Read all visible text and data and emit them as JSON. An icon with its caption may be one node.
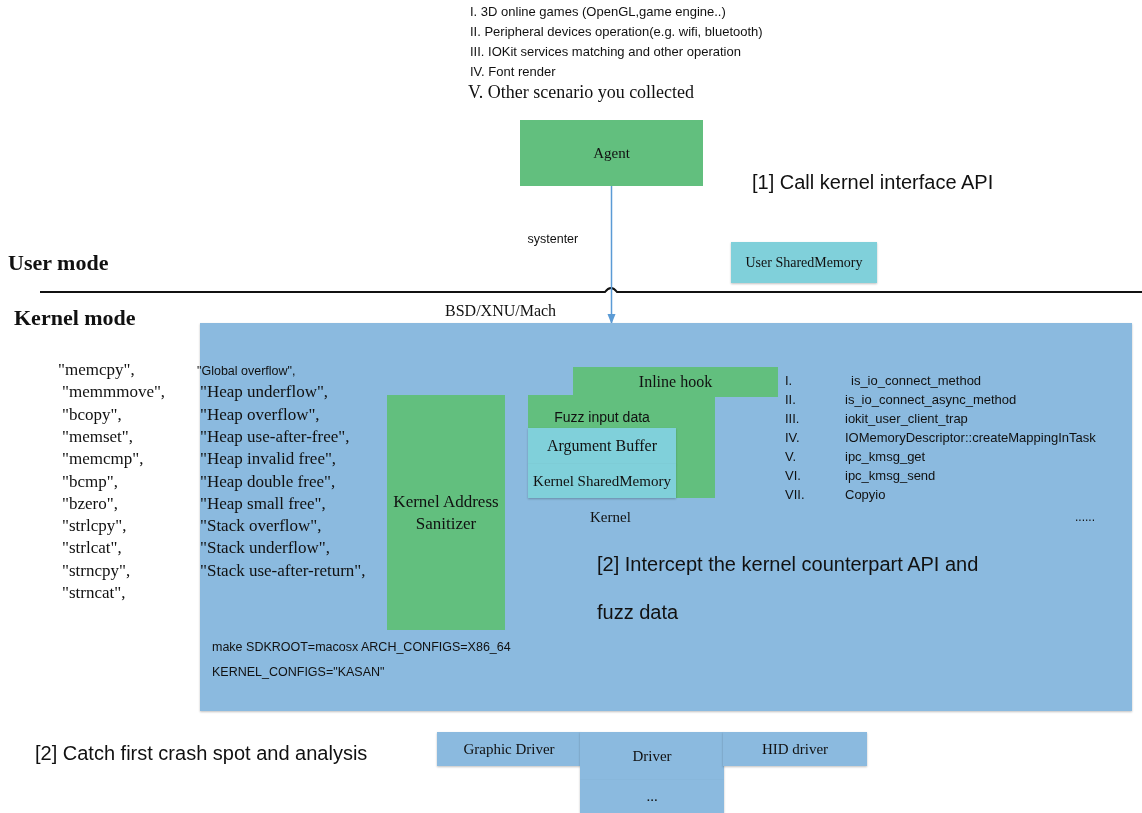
{
  "diagram": {
    "nodes": [
      {
        "text": [
          "Agent"
        ]
      },
      {
        "text": [
          "BSD/XNU/Mach"
        ]
      },
      {
        "text": [
          "User SharedMemory"
        ]
      },
      {
        "text": [
          "Kernel Address Sanitizer"
        ],
        "in": 1
      },
      {
        "text": [
          "Inline hook"
        ],
        "in": 1
      },
      {
        "text": [
          "Fuzz input data"
        ],
        "in": 1
      },
      {
        "text": [
          "Argument Buffer"
        ],
        "in": 5
      },
      {
        "text": [
          "Kernel SharedMemory"
        ],
        "in": 5
      },
      {
        "text": [
          "Graphic Driver"
        ]
      },
      {
        "text": [
          "Driver"
        ]
      },
      {
        "text": [
          "HID driver"
        ]
      },
      {
        "text": [
          "..."
        ]
      }
    ],
    "edges": [
      {
        "from": 0,
        "to": 1,
        "arrow": "to",
        "label": "systenter"
      }
    ],
    "labels": [
      "I. 3D online games (OpenGL,game engine..)",
      "II. Peripheral devices operation(e.g. wifi, bluetooth)",
      "III. IOKit services matching and other operation",
      "IV. Font render",
      "V. Other scenario you collected",
      "[1] Call kernel interface API",
      "User mode",
      "Kernel mode",
      "\"memcpy\",",
      "\"memmmove\",",
      "\"bcopy\",",
      "\"memset\",",
      "\"memcmp\",",
      "\"bcmp\",",
      "\"bzero\",",
      "\"strlcpy\",",
      "\"strlcat\",",
      "\"strncpy\",",
      "\"strncat\",",
      "\"Global overflow\",",
      "\"Heap underflow\",",
      "\"Heap overflow\",",
      "\"Heap use-after-free\",",
      "\"Heap invalid free\",",
      "\"Heap double free\",",
      "\"Heap small free\",",
      "\"Stack overflow\",",
      "\"Stack underflow\",",
      "\"Stack use-after-return\",",
      "Kernel",
      "I.",
      "is_io_connect_method",
      "II.",
      "is_io_connect_async_method",
      "III.",
      "iokit_user_client_trap",
      "IV.",
      "IOMemoryDescriptor::createMappingInTask",
      "V.",
      "ipc_kmsg_get",
      "VI.",
      "ipc_kmsg_send",
      "VII.",
      "Copyio",
      "......",
      "[2] Intercept the kernel counterpart API and fuzz data",
      "make SDKROOT=macosx ARCH_CONFIGS=X86_64",
      "KERNEL_CONFIGS=\"KASAN\"",
      "[2] Catch first crash spot and analysis"
    ]
  }
}
